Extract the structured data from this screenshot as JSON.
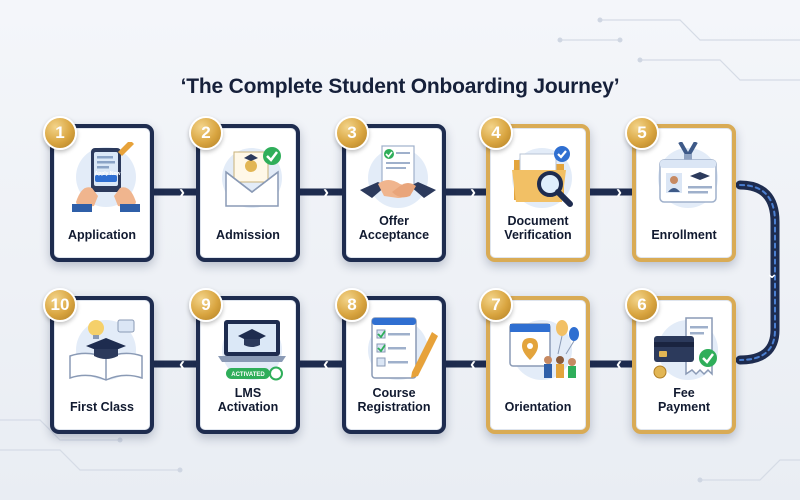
{
  "title": "‘The Complete Student Onboarding Journey’",
  "steps": [
    {
      "number": "1",
      "label": "Application",
      "icon": "tablet-application-icon",
      "button_text": "Apply Now"
    },
    {
      "number": "2",
      "label": "Admission",
      "icon": "envelope-check-icon"
    },
    {
      "number": "3",
      "label": "Offer\nAcceptance",
      "icon": "handshake-icon"
    },
    {
      "number": "4",
      "label": "Document\nVerification",
      "icon": "folder-magnifier-icon"
    },
    {
      "number": "5",
      "label": "Enrollment",
      "icon": "id-card-icon"
    },
    {
      "number": "6",
      "label": "Fee\nPayment",
      "icon": "credit-card-receipt-icon"
    },
    {
      "number": "7",
      "label": "Orientation",
      "icon": "calendar-balloons-icon"
    },
    {
      "number": "8",
      "label": "Course\nRegistration",
      "icon": "form-pencil-icon"
    },
    {
      "number": "9",
      "label": "LMS\nActivation",
      "icon": "laptop-graduation-icon",
      "toggle_text": "ACTIVATED"
    },
    {
      "number": "10",
      "label": "First Class",
      "icon": "open-book-graduation-icon"
    }
  ],
  "colors": {
    "navy": "#1e2c4f",
    "gold": "#d9ab55",
    "glow": "#5aa8ff",
    "accent_green": "#2fae5a"
  }
}
